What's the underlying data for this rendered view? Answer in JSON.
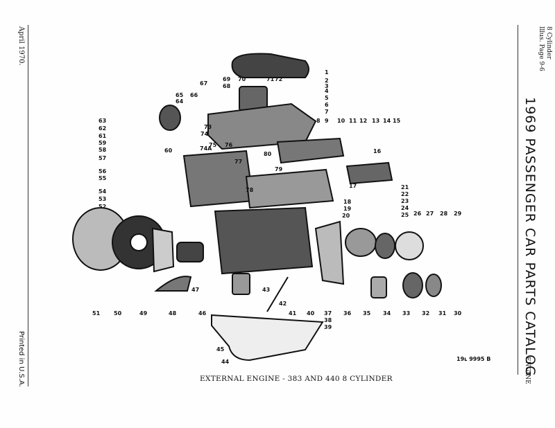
{
  "left_margin": {
    "date": "April 1970.",
    "printed": "Printed in U.S.A."
  },
  "right_margin": {
    "subtitle_line1": "8 Cylinder",
    "subtitle_line2": "Illus. Page 9-6",
    "title": "1969 PASSENGER CAR PARTS CATALOG",
    "section": "ENGINE"
  },
  "figure": {
    "caption": "EXTERNAL ENGINE - 383 AND 440 8 CYLINDER",
    "number": "19ʟ 9995 B",
    "callouts": [
      "1",
      "2",
      "3",
      "4",
      "5",
      "6",
      "7",
      "8",
      "9",
      "10",
      "11",
      "12",
      "13",
      "14",
      "15",
      "16",
      "17",
      "18",
      "19",
      "20",
      "21",
      "22",
      "23",
      "24",
      "25",
      "26",
      "27",
      "28",
      "29",
      "30",
      "31",
      "32",
      "33",
      "34",
      "35",
      "36",
      "37",
      "38",
      "39",
      "40",
      "41",
      "42",
      "43",
      "44",
      "45",
      "46",
      "47",
      "48",
      "49",
      "50",
      "51",
      "52",
      "53",
      "54",
      "55",
      "56",
      "57",
      "58",
      "59",
      "60",
      "61",
      "62",
      "63",
      "64",
      "65",
      "66",
      "67",
      "68",
      "69",
      "70",
      "71",
      "72",
      "73",
      "74",
      "74A",
      "75",
      "76",
      "77",
      "78",
      "79",
      "80"
    ]
  }
}
